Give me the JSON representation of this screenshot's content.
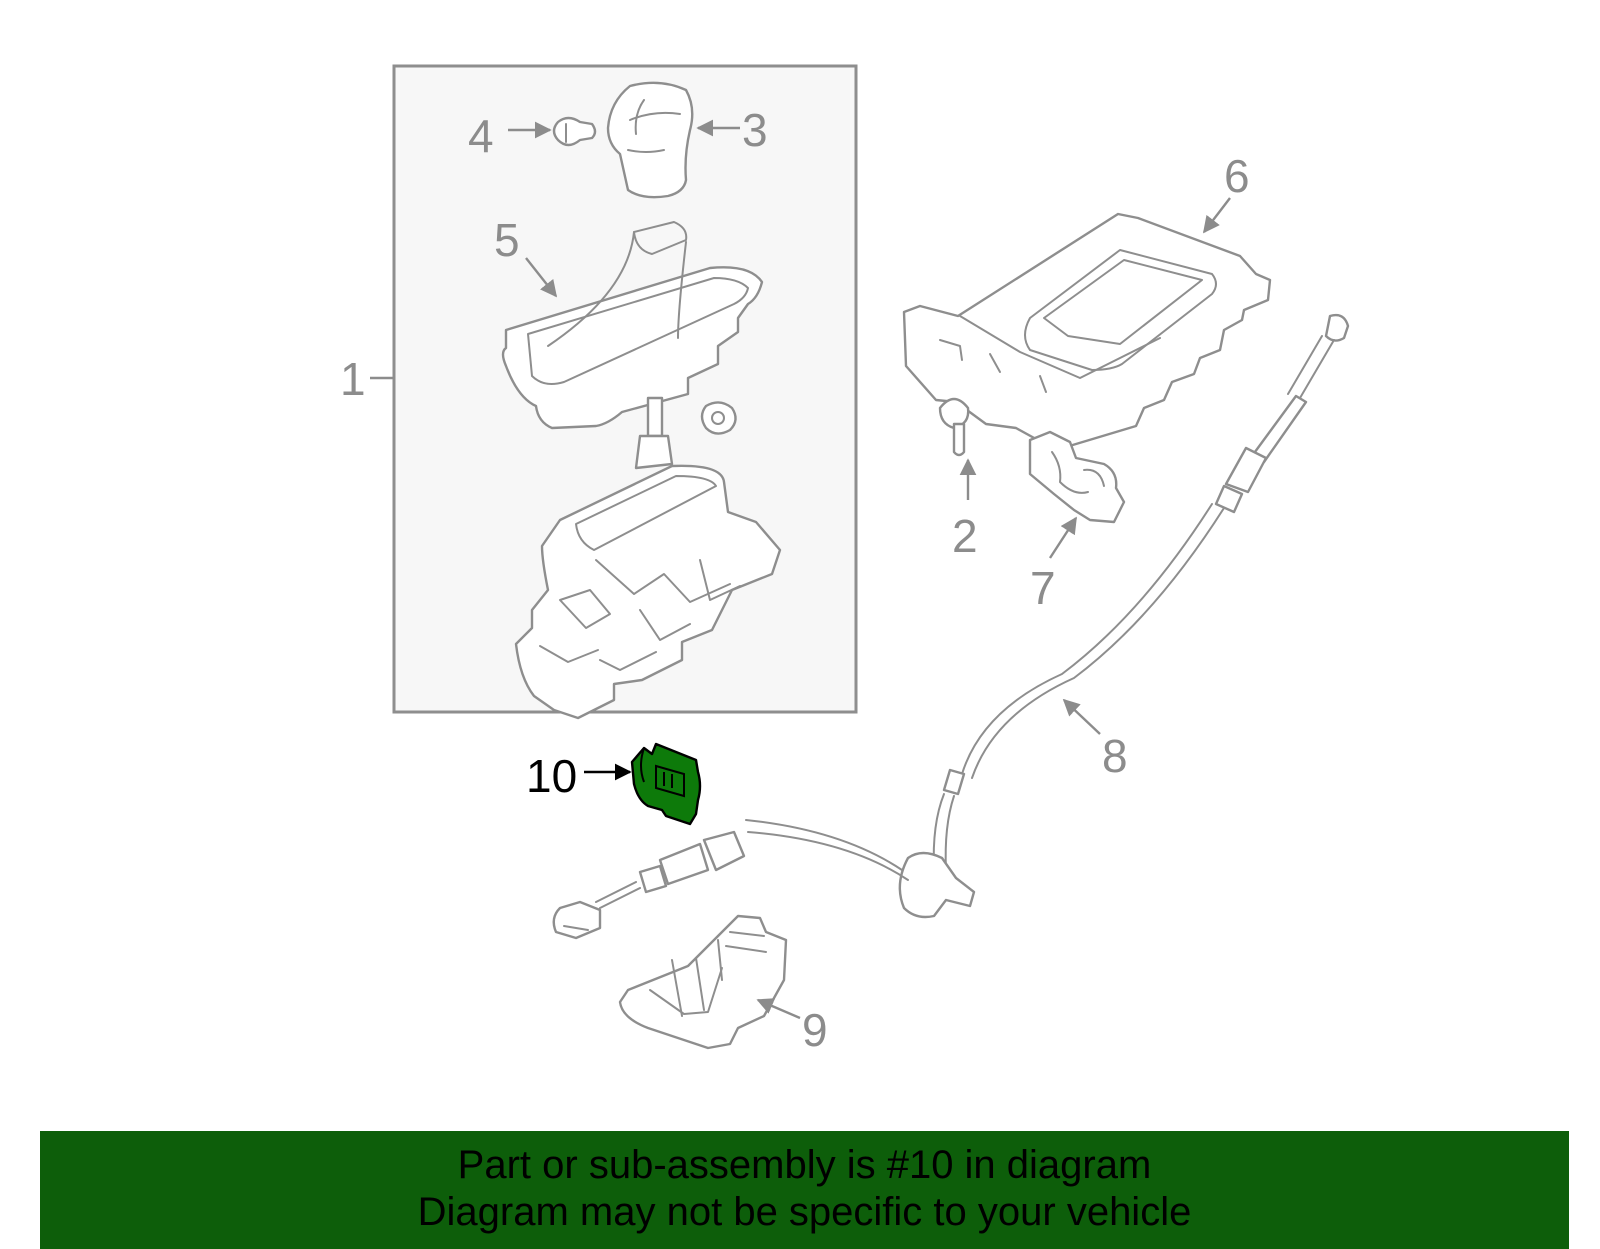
{
  "diagram": {
    "callouts": {
      "c1": "1",
      "c2": "2",
      "c3": "3",
      "c4": "4",
      "c5": "5",
      "c6": "6",
      "c7": "7",
      "c8": "8",
      "c9": "9",
      "c10": "10"
    },
    "highlighted_part": "10",
    "colors": {
      "highlight_fill": "#0d7a0a",
      "line_gray": "#8e8e8e",
      "box_fill": "#f7f7f7",
      "banner_green": "#0d5e0a"
    }
  },
  "banner": {
    "line1": "Part or sub-assembly is #10 in diagram",
    "line2": "Diagram may not be specific to your vehicle"
  }
}
